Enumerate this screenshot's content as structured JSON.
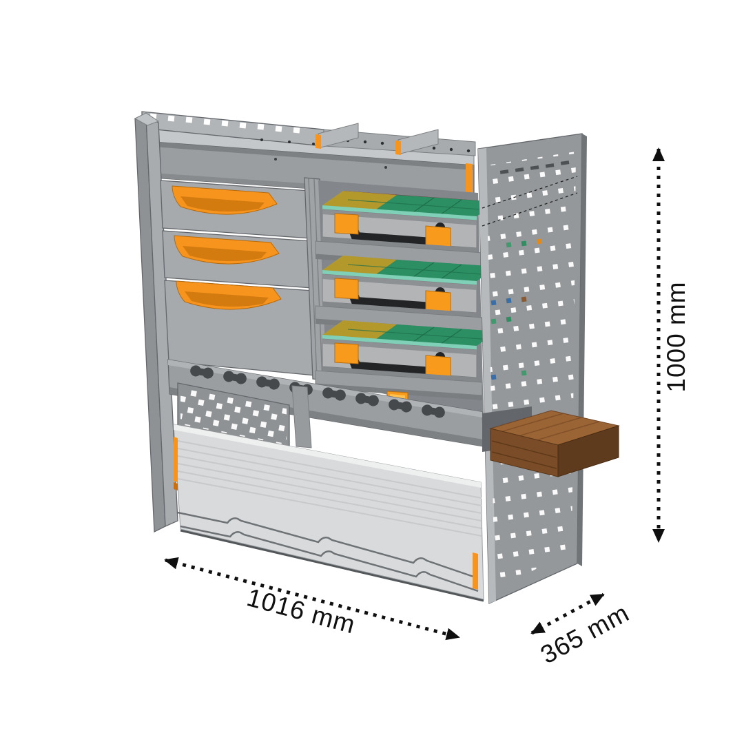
{
  "illustration": {
    "subject": "van-racking-shelving-unit",
    "view": "three-quarter-product-render"
  },
  "dimensions": {
    "width": {
      "label": "1016 mm"
    },
    "depth": {
      "label": "365 mm"
    },
    "height": {
      "label": "1000 mm"
    }
  },
  "colors": {
    "background": "#ffffff",
    "metal_grey": "#9b9ea1",
    "metal_grey_dark": "#7e8184",
    "metal_grey_light": "#d8dadb",
    "accent_orange": "#f7941d",
    "case_lid_green": "#2b8f63",
    "case_lid_olive": "#b3992c",
    "case_handle_black": "#222426",
    "wood_brown": "#9a6434",
    "dimension_black": "#0f0f0f"
  }
}
